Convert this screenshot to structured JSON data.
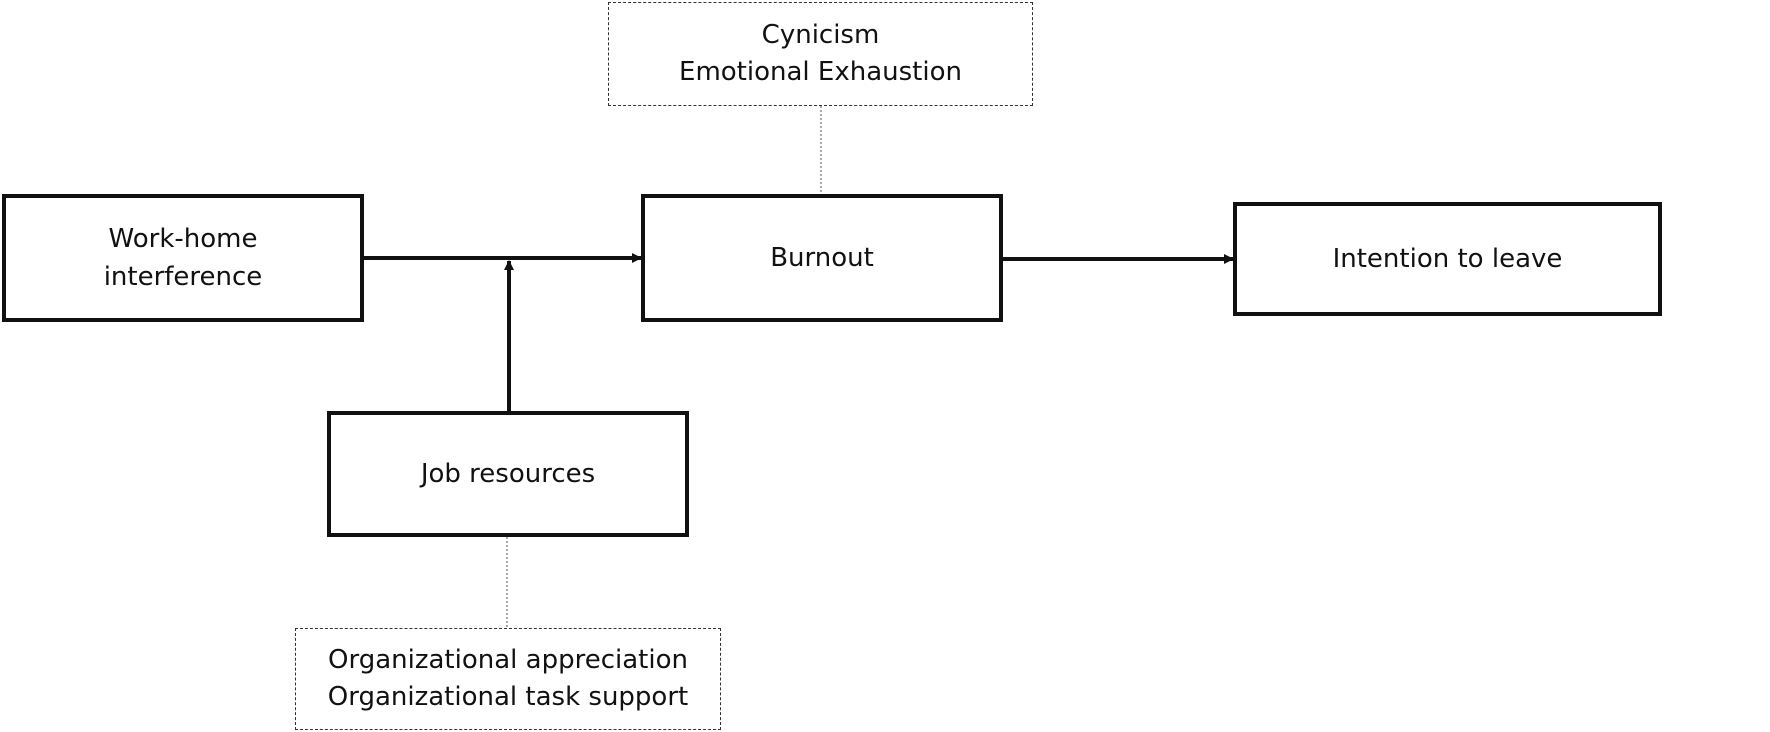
{
  "diagram": {
    "work_home": {
      "lines": [
        "Work-home",
        "interference"
      ]
    },
    "burnout": {
      "label": "Burnout",
      "dimensions": [
        "Cynicism",
        "Emotional Exhaustion"
      ]
    },
    "intention": {
      "label": "Intention to leave"
    },
    "job_resources": {
      "label": "Job resources",
      "dimensions": [
        "Organizational appreciation",
        "Organizational task support"
      ]
    },
    "colors": {
      "stroke": "#111111",
      "dashed_border": "#333333",
      "background": "#ffffff"
    }
  }
}
